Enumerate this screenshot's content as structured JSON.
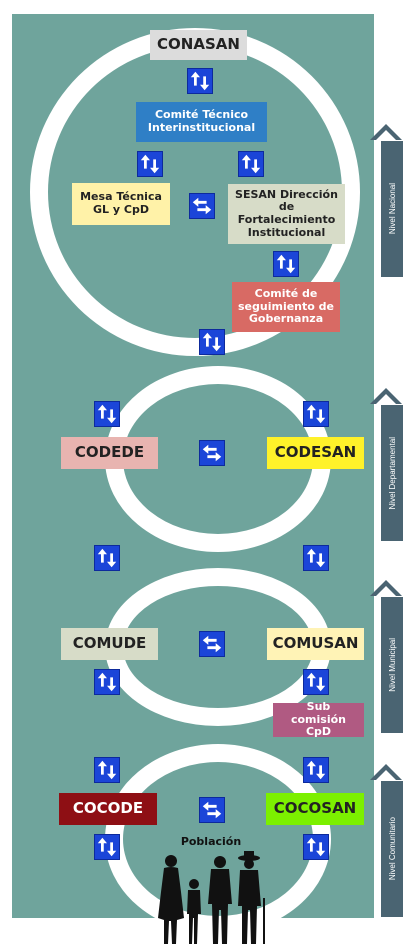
{
  "nacional": {
    "conasan": "CONASAN",
    "comite_tecnico": "Comité Técnico Interinstitucional",
    "mesa_tecnica": "Mesa Técnica GL y CpD",
    "sesan": "SESAN Dirección de Fortalecimiento Institucional",
    "comite_seguimiento": "Comité de seguimiento de Gobernanza"
  },
  "departamental": {
    "left": "CODEDE",
    "right": "CODESAN"
  },
  "municipal": {
    "left": "COMUDE",
    "right": "COMUSAN",
    "sub": "Sub comisión CpD"
  },
  "comunitario": {
    "left": "COCODE",
    "right": "COCOSAN",
    "poblacion": "Población"
  },
  "levels": [
    "Nivel Nacional",
    "Nivel Departamental",
    "Nivel Municipal",
    "Nivel Comunitario"
  ],
  "colors": {
    "panel": "#6fa49c",
    "level_band": "#4a6472",
    "arrow_icon": "#1b45d8",
    "conasan_box": "#dcdcdc",
    "comite_tecnico_box": "#2f7fc6",
    "mesa_tecnica_box": "#fff2a8",
    "sesan_box": "#d7dcc8",
    "comite_seguimiento_box": "#d86a64",
    "codede_box": "#e8b4b0",
    "codesan_box": "#fff22a",
    "comude_box": "#d7dcc8",
    "comusan_box": "#fff3b6",
    "sub_comision_box": "#b05a82",
    "cocode_box": "#8e0f14",
    "cocosan_box": "#7cf000"
  }
}
